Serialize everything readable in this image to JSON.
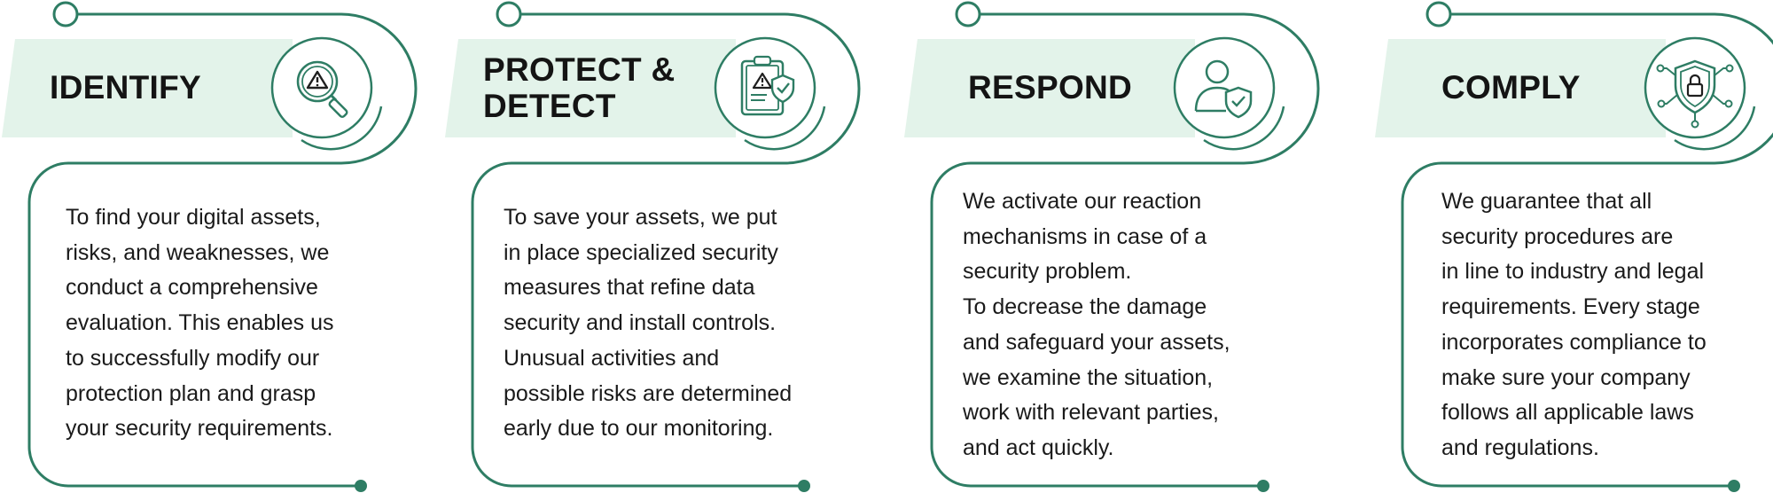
{
  "colors": {
    "accent": "#2e7d64",
    "band": "#e3f3ea",
    "text": "#1a1a1a"
  },
  "steps": [
    {
      "title": "IDENTIFY",
      "icon": "magnifier-warning-icon",
      "text": "To find your digital assets,\nrisks, and weaknesses, we\nconduct a comprehensive\nevaluation. This enables us\nto successfully modify our\nprotection plan and grasp\nyour security requirements."
    },
    {
      "title": "PROTECT &\nDETECT",
      "icon": "clipboard-shield-icon",
      "text": "To save your assets, we put\nin place specialized security\nmeasures that refine data\nsecurity and install controls.\nUnusual activities and\npossible risks are determined\nearly due to our monitoring."
    },
    {
      "title": "RESPOND",
      "icon": "user-shield-icon",
      "text": "We activate our reaction\nmechanisms in case of a\nsecurity problem.\nTo decrease the damage\nand safeguard your assets,\nwe examine the situation,\nwork with relevant parties,\nand act quickly."
    },
    {
      "title": "COMPLY",
      "icon": "lock-shield-circuit-icon",
      "text": "We guarantee that all\nsecurity procedures are\nin line to industry and legal\nrequirements. Every stage\nincorporates compliance to\nmake sure your company\nfollows all applicable laws\nand regulations."
    }
  ]
}
